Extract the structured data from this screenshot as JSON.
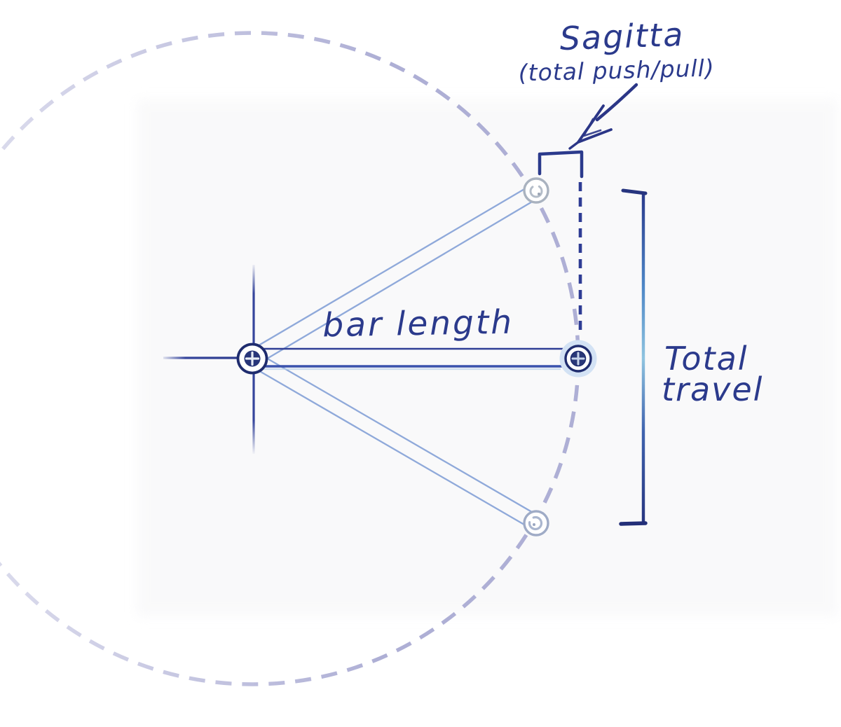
{
  "diagram": {
    "labels": {
      "sagitta_title": "Sagitta",
      "sagitta_subtitle": "(total push/pull)",
      "bar_length": "bar length",
      "total_travel_line1": "Total",
      "total_travel_line2": "travel"
    }
  },
  "colors": {
    "ink": "#2b3a8c",
    "ink2": "#232f78",
    "arc": "#a6a7d1",
    "barblue": "#8fa9da",
    "gray": "#a9b2bf",
    "navy": "#273579"
  }
}
